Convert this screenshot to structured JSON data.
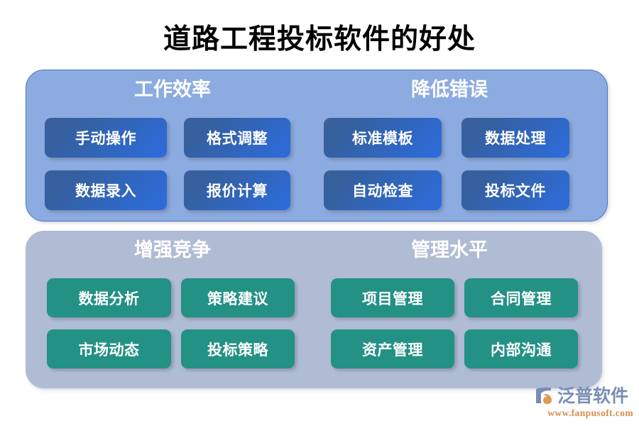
{
  "title": "道路工程投标软件的好处",
  "panels": [
    {
      "id": "upper",
      "theme_color": "#8cabe0",
      "node_color": "#2f68c8",
      "groups": [
        {
          "heading": "工作效率",
          "nodes": [
            "手动操作",
            "格式调整",
            "数据录入",
            "报价计算"
          ]
        },
        {
          "heading": "降低错误",
          "nodes": [
            "标准模板",
            "数据处理",
            "自动检查",
            "投标文件"
          ]
        }
      ]
    },
    {
      "id": "lower",
      "theme_color": "#afbcd4",
      "node_color": "#239184",
      "groups": [
        {
          "heading": "增强竞争",
          "nodes": [
            "数据分析",
            "策略建议",
            "市场动态",
            "投标策略"
          ]
        },
        {
          "heading": "管理水平",
          "nodes": [
            "项目管理",
            "合同管理",
            "资产管理",
            "内部沟通"
          ]
        }
      ]
    }
  ],
  "logo": {
    "name": "泛普软件",
    "url": "www.fanpusoft.com",
    "mark_color_blue": "#7b8db5",
    "mark_color_orange": "#e09a55"
  }
}
